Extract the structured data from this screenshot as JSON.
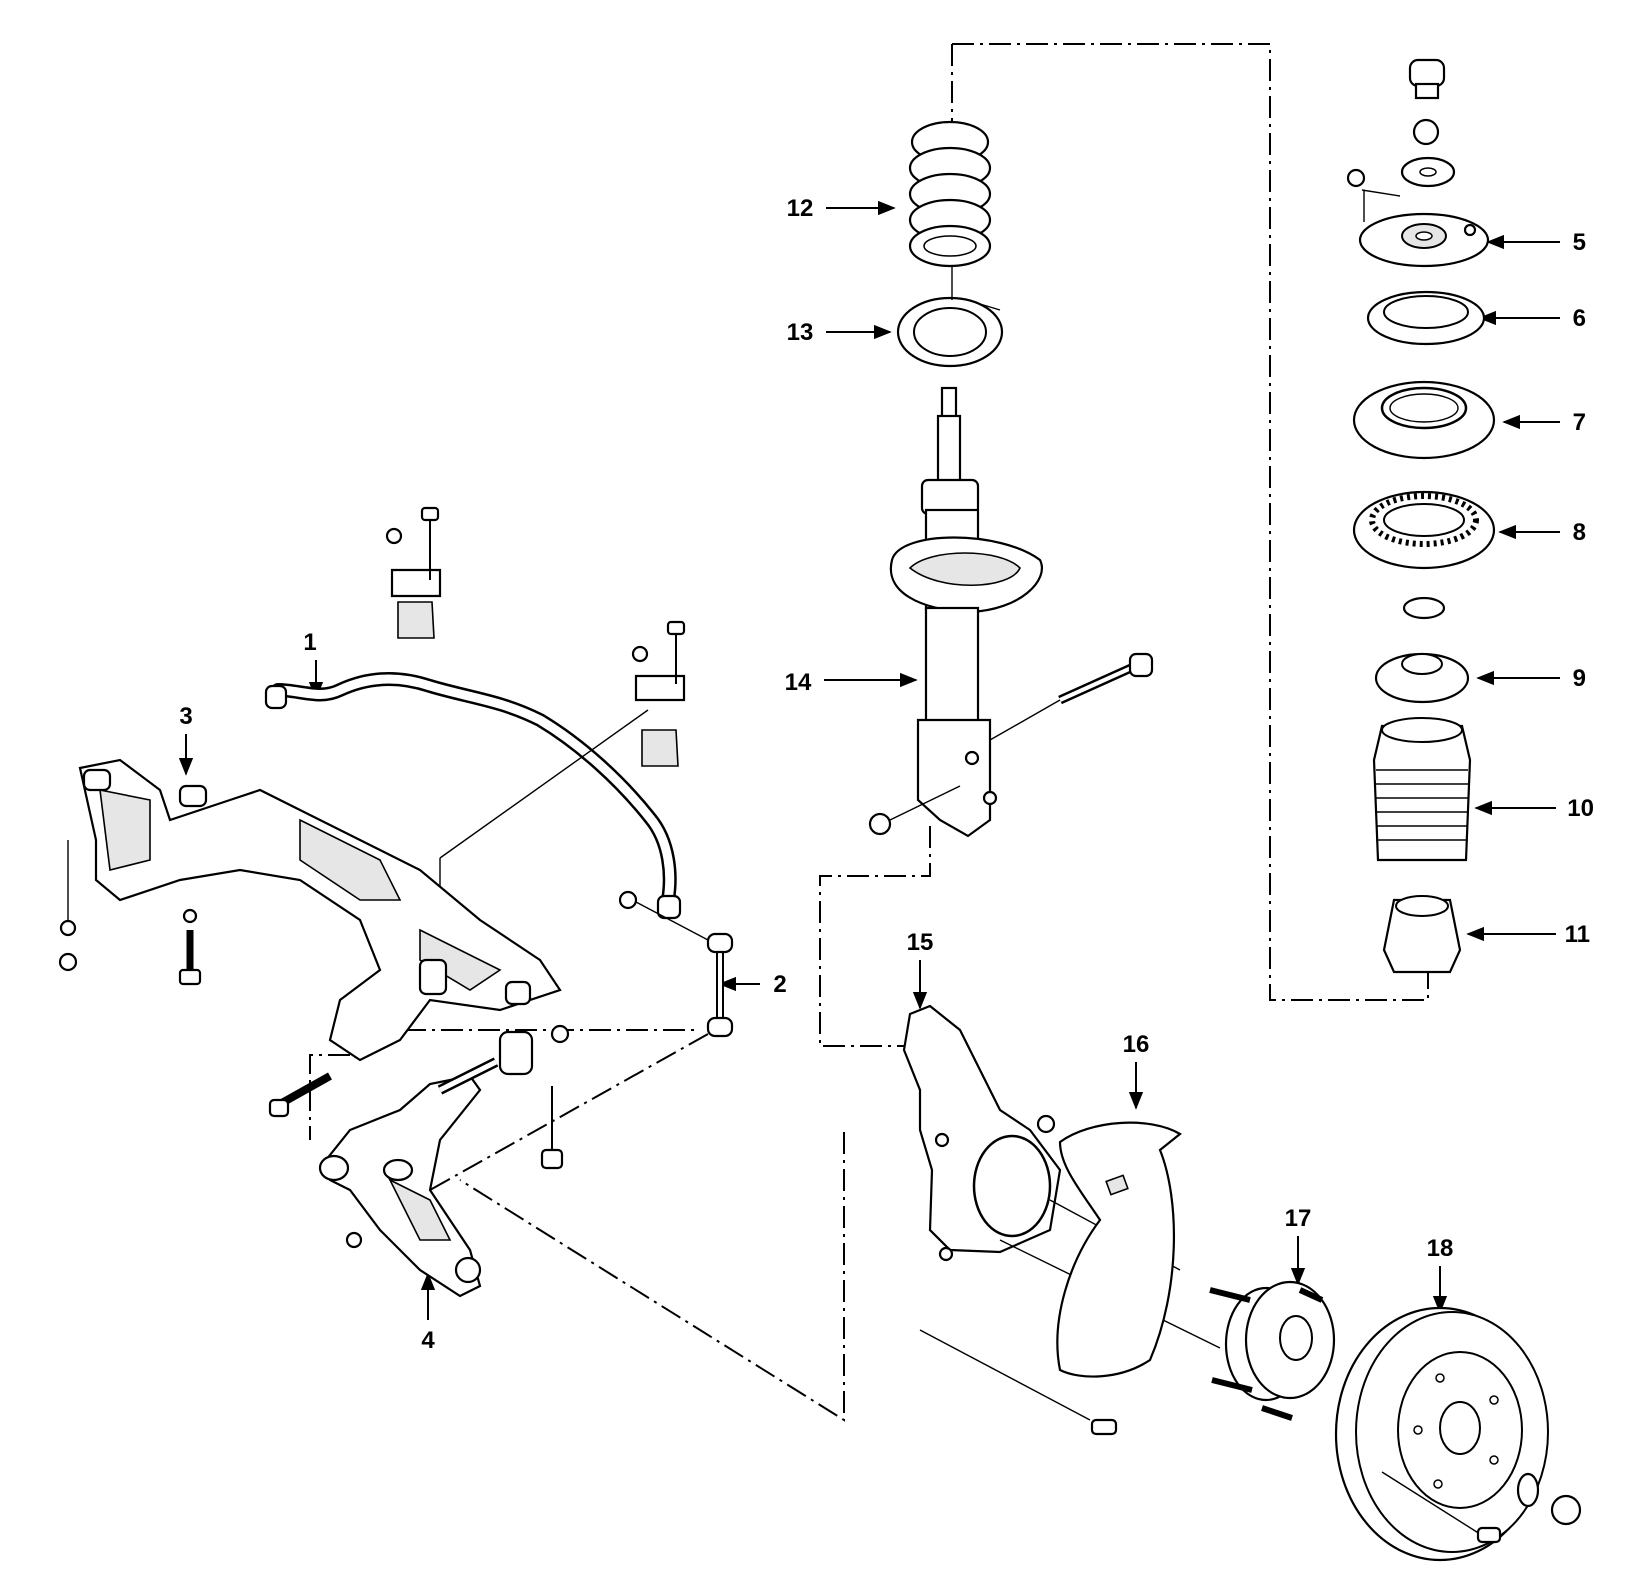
{
  "callouts": [
    {
      "id": "1",
      "text": "1"
    },
    {
      "id": "2",
      "text": "2"
    },
    {
      "id": "3",
      "text": "3"
    },
    {
      "id": "4",
      "text": "4"
    },
    {
      "id": "5",
      "text": "5"
    },
    {
      "id": "6",
      "text": "6"
    },
    {
      "id": "7",
      "text": "7"
    },
    {
      "id": "8",
      "text": "8"
    },
    {
      "id": "9",
      "text": "9"
    },
    {
      "id": "10",
      "text": "10"
    },
    {
      "id": "11",
      "text": "11"
    },
    {
      "id": "12",
      "text": "12"
    },
    {
      "id": "13",
      "text": "13"
    },
    {
      "id": "14",
      "text": "14"
    },
    {
      "id": "15",
      "text": "15"
    },
    {
      "id": "16",
      "text": "16"
    },
    {
      "id": "17",
      "text": "17"
    },
    {
      "id": "18",
      "text": "18"
    }
  ],
  "colors": {
    "ink": "#000000",
    "background": "#ffffff",
    "shade": "#e6e6e6"
  }
}
